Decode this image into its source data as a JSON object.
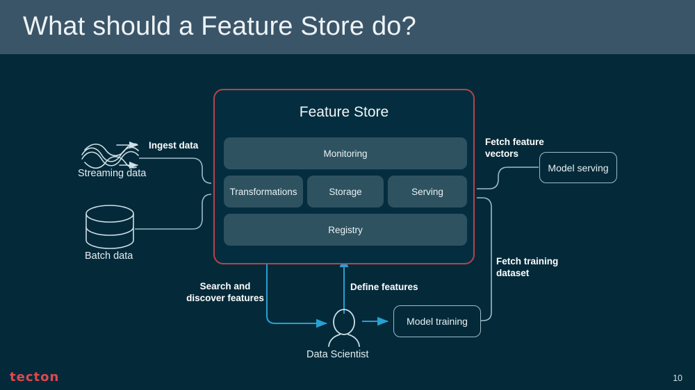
{
  "slide": {
    "title": "What should a Feature Store do?",
    "page_number": "10",
    "logo_text": "tecton",
    "colors": {
      "background": "#042a3a",
      "header_band": "#3b5568",
      "feature_store_border": "#b8434a",
      "cell_fill": "#2e5260",
      "wire_light": "#9fbcc7",
      "wire_blue": "#27a0d4",
      "logo_red": "#e0484e"
    }
  },
  "feature_store": {
    "title": "Feature Store",
    "cells": [
      {
        "label": "Monitoring"
      },
      {
        "label": "Transformations"
      },
      {
        "label": "Storage"
      },
      {
        "label": "Serving"
      },
      {
        "label": "Registry"
      }
    ]
  },
  "sources": {
    "streaming": {
      "label": "Streaming data",
      "icon": "stream-waves-icon"
    },
    "batch": {
      "label": "Batch data",
      "icon": "database-cylinder-icon"
    }
  },
  "consumers": {
    "model_serving": {
      "label": "Model serving"
    },
    "model_training": {
      "label": "Model training"
    },
    "data_scientist": {
      "label": "Data Scientist",
      "icon": "person-icon"
    }
  },
  "flow_labels": {
    "ingest": "Ingest data",
    "fetch_feature_vectors": "Fetch feature\nvectors",
    "fetch_training_dataset": "Fetch training\ndataset",
    "search_discover": "Search and\ndiscover features",
    "define_features": "Define features"
  }
}
